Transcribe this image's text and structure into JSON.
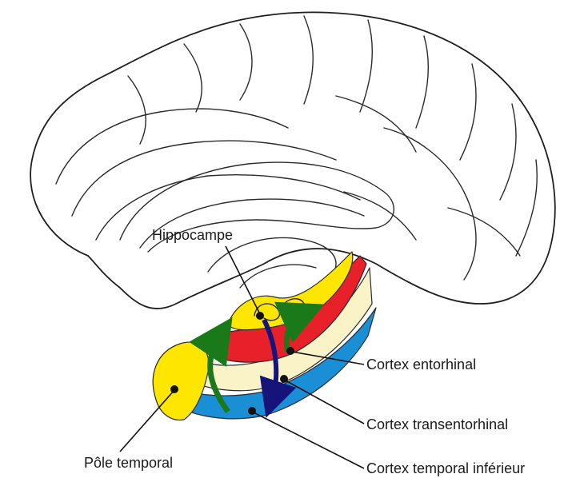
{
  "labels": {
    "hippocampus": "Hippocampe",
    "entorhinal": "Cortex entorhinal",
    "transentorhinal": "Cortex transentorhinal",
    "inferior_temporal": "Cortex temporal inférieur",
    "temporal_pole": "Pôle temporal"
  },
  "colors": {
    "hippocampus": "#ffe600",
    "temporal_pole": "#ffe600",
    "entorhinal": "#e8202a",
    "transentorhinal": "#fbf3c8",
    "inferior_temporal": "#1a8fd6",
    "arrow_green": "#1a7a1a",
    "arrow_blue": "#16137a"
  }
}
